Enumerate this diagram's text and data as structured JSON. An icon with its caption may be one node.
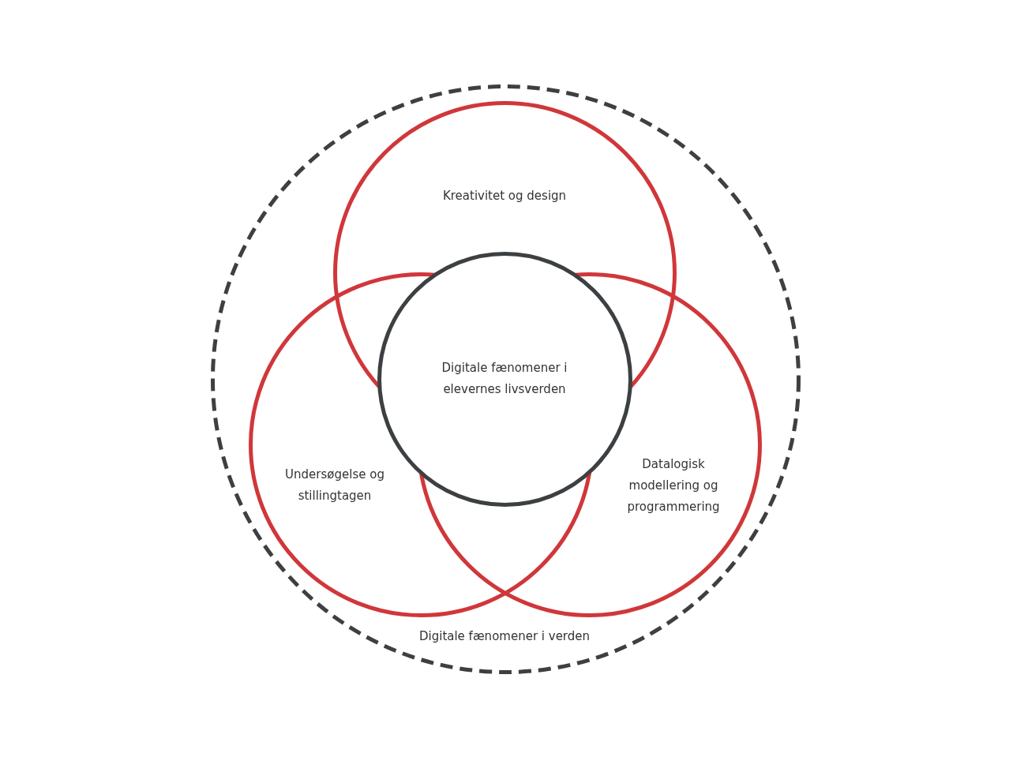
{
  "diagram": {
    "nodes": [
      {
        "text": [
          "Digitale fænomener i verden"
        ]
      },
      {
        "text": [
          "Kreativitet og design"
        ],
        "in": 0
      },
      {
        "text": [
          "Undersøgelse og stillingtagen"
        ],
        "in": 0
      },
      {
        "text": [
          "Datalogisk modellering og programmering"
        ],
        "in": 0
      },
      {
        "text": [
          "Digitale fænomener i elevernes livsverden"
        ],
        "in": 0
      }
    ]
  }
}
